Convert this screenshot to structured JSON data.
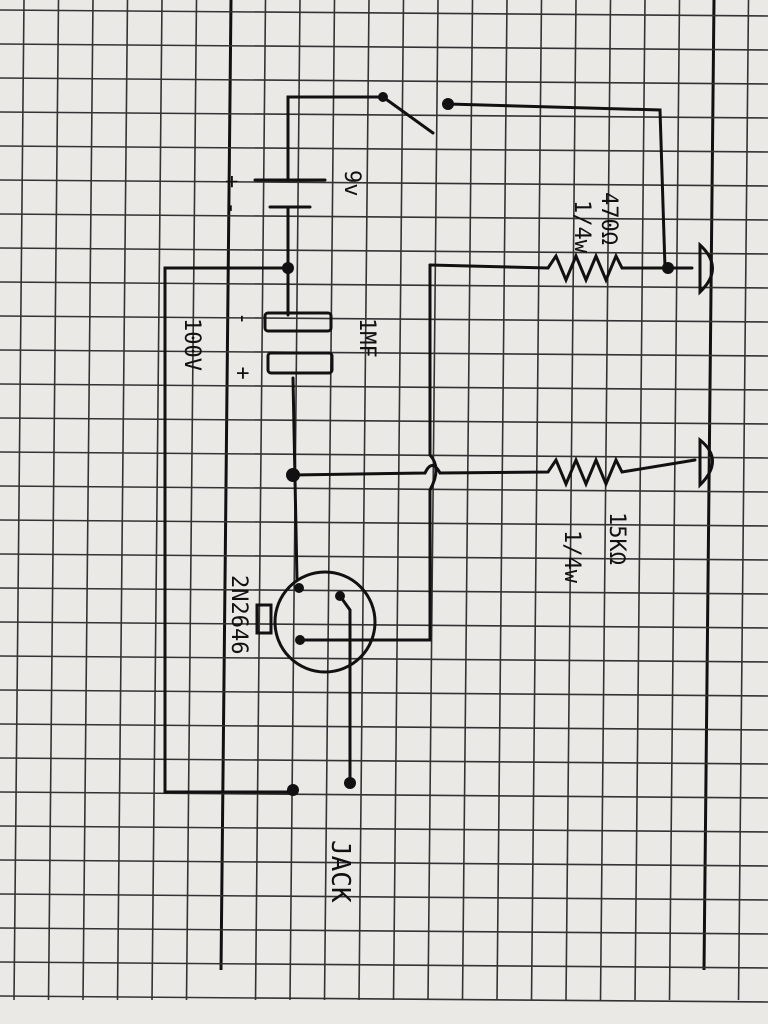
{
  "diagram": {
    "battery": {
      "label": "9v",
      "polarity": "+ -"
    },
    "capacitor": {
      "value": "1MF",
      "voltage": "100V",
      "polarity": "- +"
    },
    "resistor_top": {
      "value": "470Ω",
      "power": "1/4w"
    },
    "resistor_bottom": {
      "value": "15KΩ",
      "power": "1/4w"
    },
    "transistor": {
      "part": "2N2646"
    },
    "output": {
      "label": "JACK"
    }
  }
}
